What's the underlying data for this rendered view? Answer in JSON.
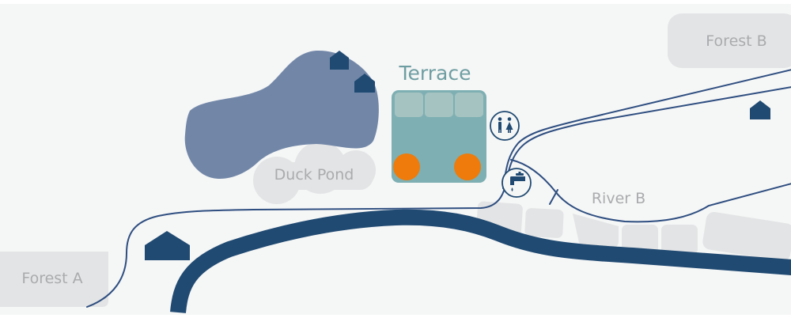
{
  "map": {
    "labels": {
      "terrace": "Terrace",
      "duck_pond": "Duck Pond",
      "river_b": "River B",
      "forest_a": "Forest A",
      "forest_b": "Forest B"
    },
    "icons": {
      "restroom": "restroom-icon",
      "water_tap": "water-tap-icon",
      "cabin": "cabin-icon"
    },
    "colors": {
      "background": "#f5f6f6",
      "zone_gray": "#e3e4e5",
      "label_gray": "#a9abad",
      "pond": "#7287a8",
      "river": "#204a72",
      "path": "#2e4e80",
      "terrace_fill": "#7eafb3",
      "terrace_table": "#a5c3c1",
      "terrace_label": "#6f9ea2",
      "seat_orange": "#ee7b0b"
    }
  }
}
